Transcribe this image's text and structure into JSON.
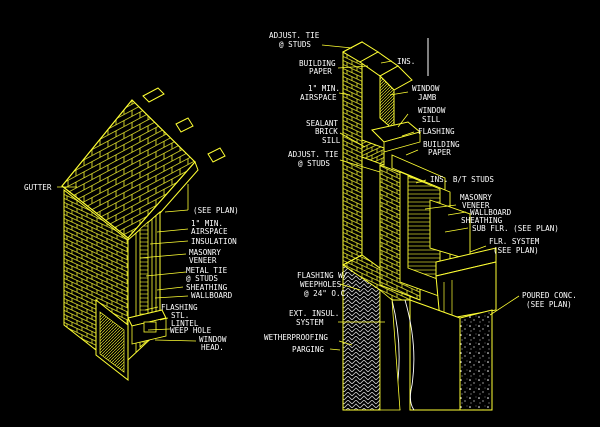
{
  "colors": {
    "background": "#000000",
    "linework": "#ffff33",
    "text": "#ffffff"
  },
  "left_detail": {
    "labels": {
      "gutter": "GUTTER",
      "see_plan": "(SEE PLAN)",
      "airspace_1": "1\" MIN.",
      "airspace_2": "AIRSPACE",
      "insulation": "INSULATION",
      "masonry_1": "MASONRY",
      "masonry_2": "VENEER",
      "metal_tie_1": "METAL TIE",
      "metal_tie_2": "@ STUDS",
      "sheathing": "SHEATHING",
      "wallboard": "WALLBOARD",
      "flashing": "FLASHING",
      "lintel_1": "STL.",
      "lintel_2": "LINTEL",
      "weep_hole": "WEEP HOLE",
      "window_head_1": "WINDOW",
      "window_head_2": "HEAD."
    }
  },
  "right_detail": {
    "labels": {
      "adjust_tie_top_1": "ADJUST. TIE",
      "adjust_tie_top_2": "@ STUDS",
      "building_paper_top_1": "BUILDING",
      "building_paper_top_2": "PAPER",
      "ins_top": "INS.",
      "airspace_1": "1\" MIN.",
      "airspace_2": "AIRSPACE",
      "window_jamb_1": "WINDOW",
      "window_jamb_2": "JAMB",
      "window_sill_1": "WINDOW",
      "window_sill_2": "SILL",
      "sealant_1": "SEALANT",
      "sealant_2": "BRICK",
      "sealant_3": "SILL",
      "flashing_top": "FLASHING",
      "building_paper_mid_1": "BUILDING",
      "building_paper_mid_2": "PAPER",
      "adjust_tie_mid_1": "ADJUST. TIE",
      "adjust_tie_mid_2": "@ STUDS",
      "ins_bt_studs": "INS. B/T STUDS",
      "masonry_1": "MASONRY",
      "masonry_2": "VENEER",
      "wallboard": "WALLBOARD",
      "sheathing": "SHEATHING",
      "sub_flr": "SUB FLR. (SEE PLAN)",
      "flr_system_1": "FLR. SYSTEM",
      "flr_system_2": "(SEE PLAN)",
      "flashing_weep_1": "FLASHING W/",
      "flashing_weep_2": "WEEPHOLES",
      "flashing_weep_3": "@ 24\" O.C.",
      "poured_conc_1": "POURED CONC.",
      "poured_conc_2": "(SEE PLAN)",
      "ext_insul_1": "EXT. INSUL.",
      "ext_insul_2": "SYSTEM",
      "wetherproofing": "WETHERPROOFING",
      "parging": "PARGING"
    }
  }
}
